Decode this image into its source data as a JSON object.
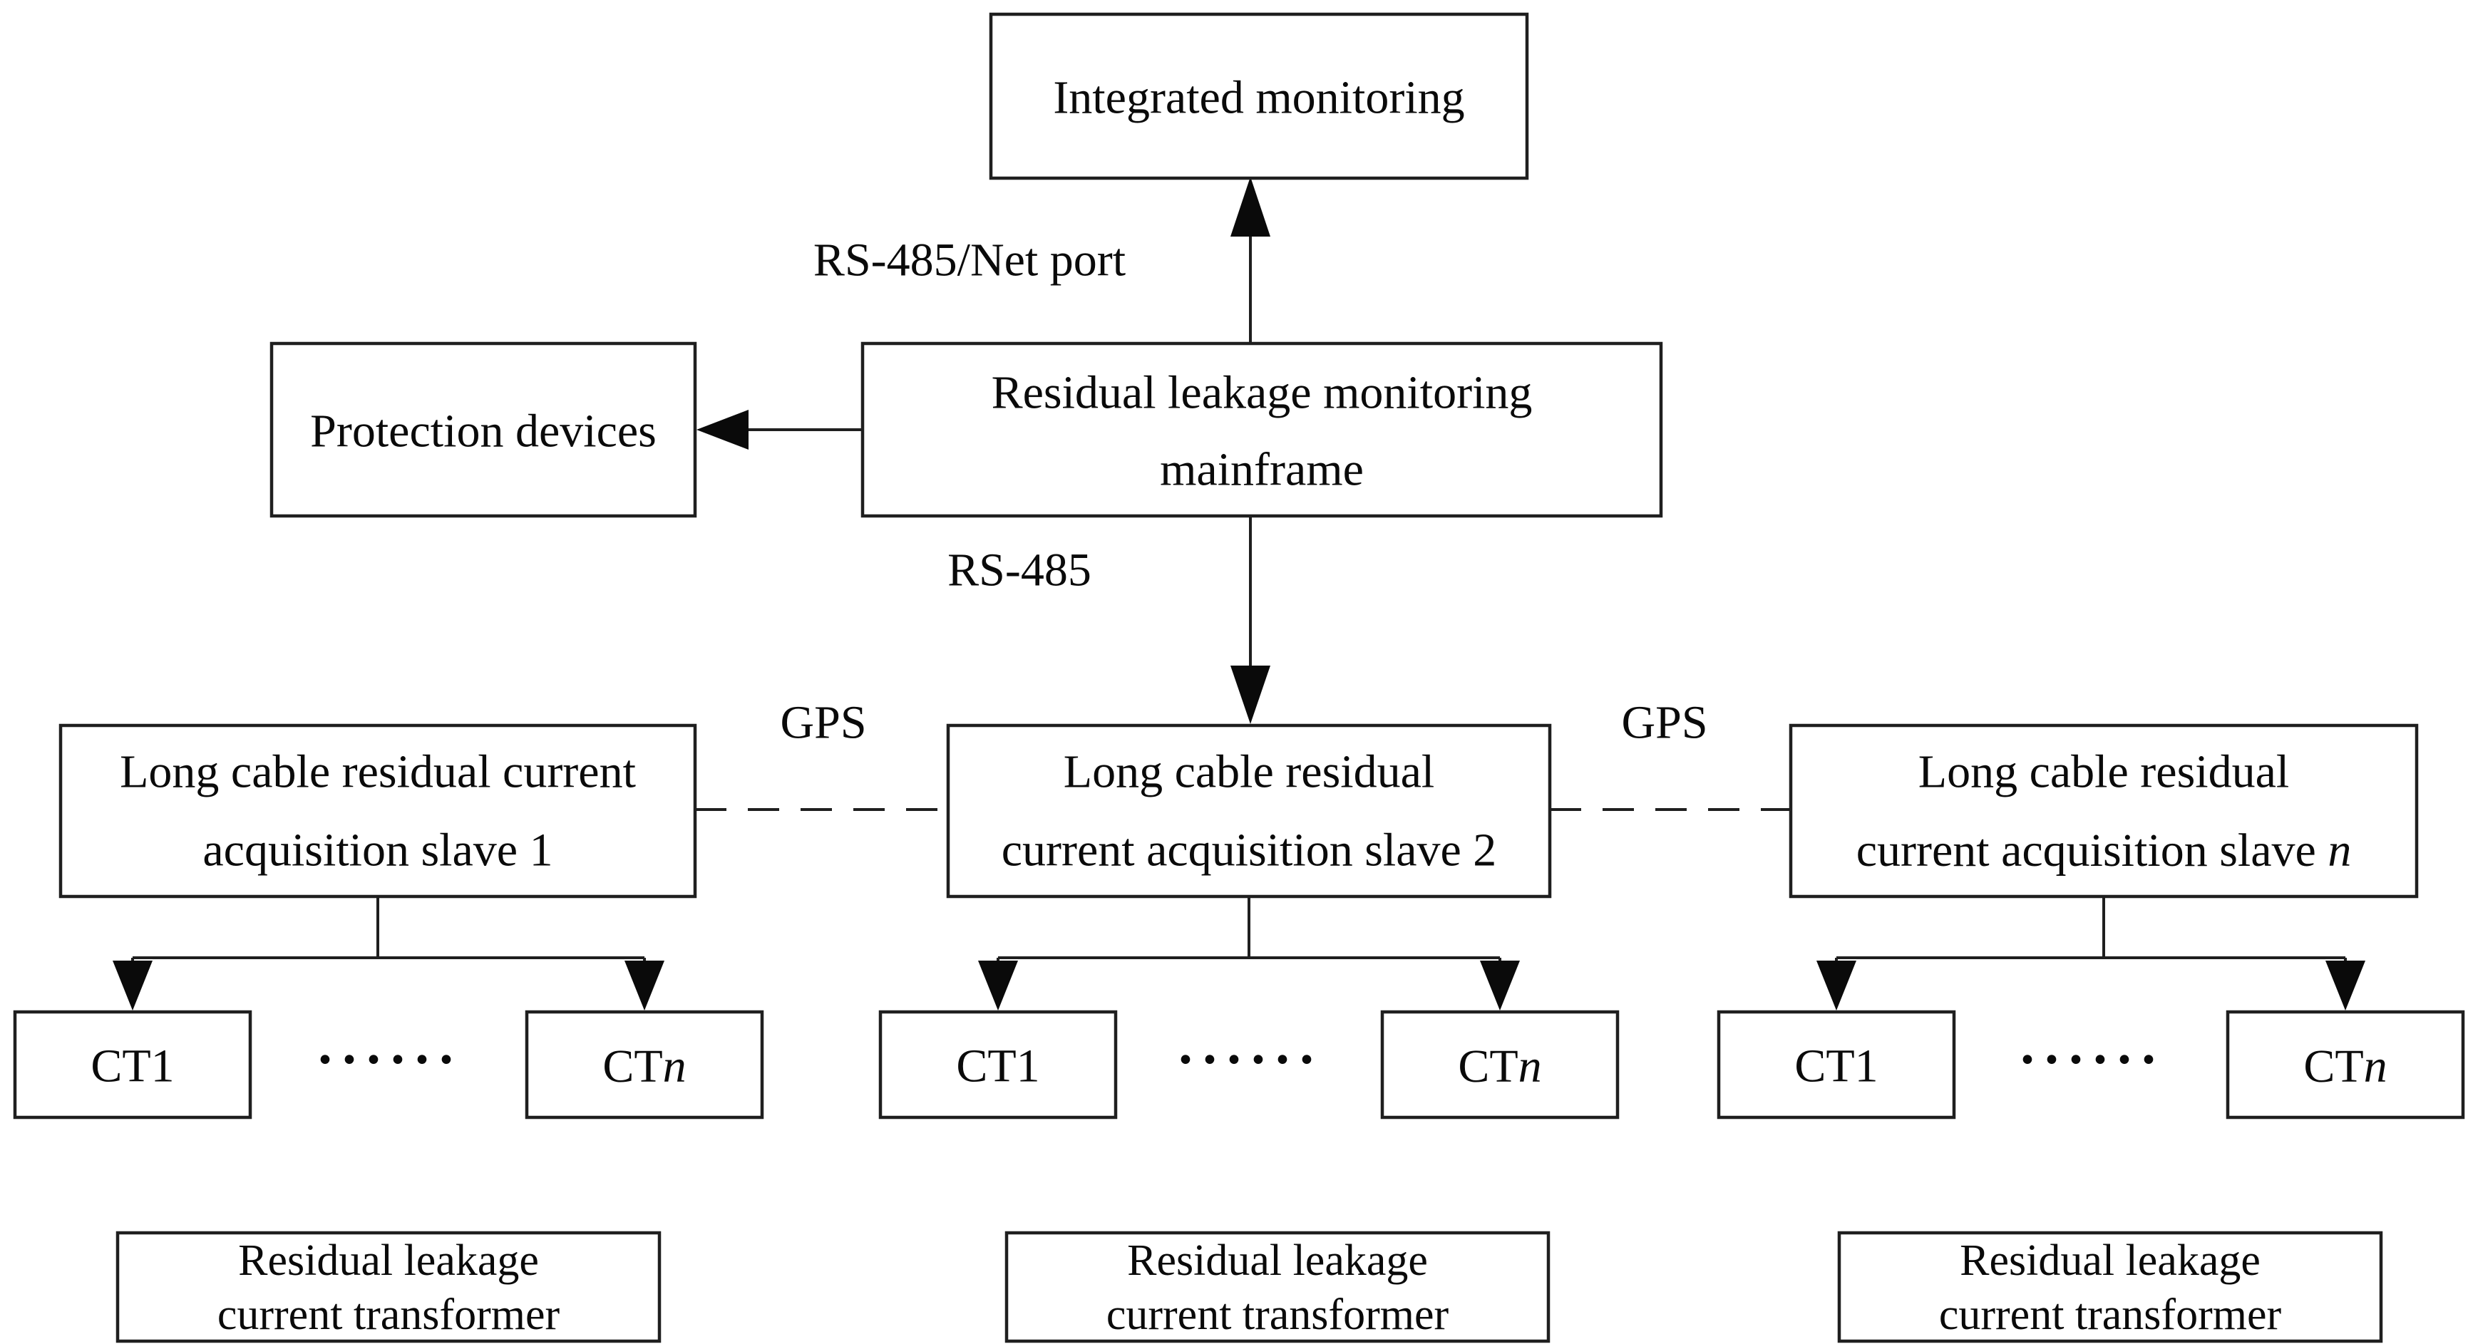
{
  "meta": {
    "background_color": "#ffffff",
    "line_color": "#1f1f1f",
    "text_color": "#0a0a0a",
    "box_fill_color": "#ffffff"
  },
  "nodes": {
    "integrated_monitoring": {
      "label": "Integrated monitoring"
    },
    "monitoring_mainframe": {
      "l1": "Residual leakage monitoring",
      "l2": "mainframe"
    },
    "protection_devices": {
      "label": "Protection devices"
    },
    "slave_1": {
      "l1": "Long cable residual current",
      "l2": "acquisition slave 1"
    },
    "slave_2": {
      "l1": "Long cable residual",
      "l2": "current acquisition slave 2"
    },
    "slave_n": {
      "l1": "Long cable residual",
      "l2_prefix": "current acquisition slave ",
      "l2_var": "n"
    },
    "ct_first": {
      "label": "CT1"
    },
    "ct_last": {
      "prefix": "CT",
      "var": "n"
    },
    "transformer": {
      "l1": "Residual leakage",
      "l2": "current transformer"
    },
    "ellipsis": "······"
  },
  "edge_labels": {
    "mainframe_to_integrated": "RS-485/Net port",
    "mainframe_to_slaves": "RS-485",
    "inter_slave": "GPS"
  }
}
